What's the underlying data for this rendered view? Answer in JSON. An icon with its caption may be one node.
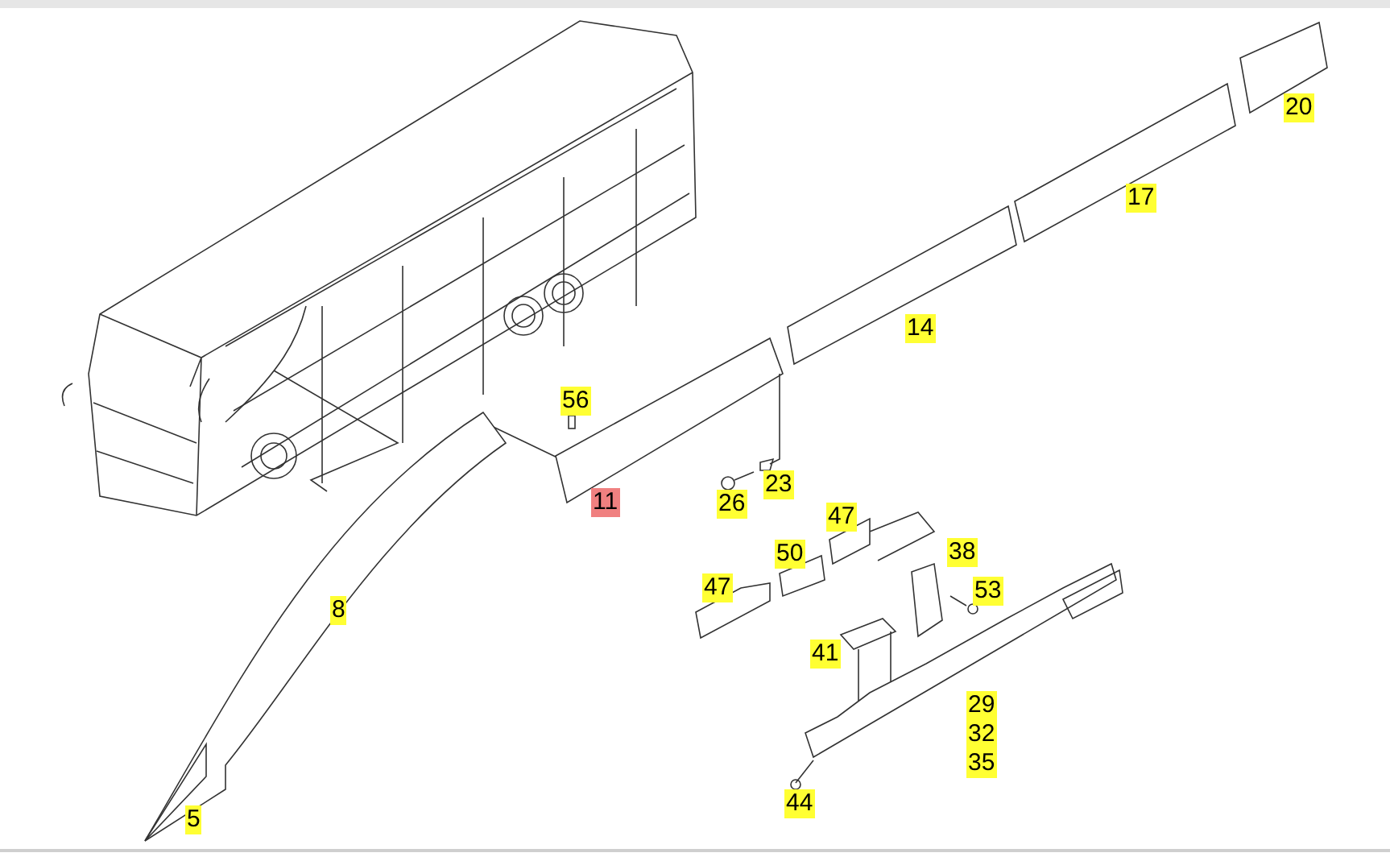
{
  "diagram": {
    "labels": [
      "20",
      "17",
      "14",
      "56",
      "23",
      "26",
      "11",
      "47",
      "38",
      "50",
      "53",
      "47",
      "8",
      "41",
      "29",
      "32",
      "35",
      "5",
      "44"
    ]
  }
}
